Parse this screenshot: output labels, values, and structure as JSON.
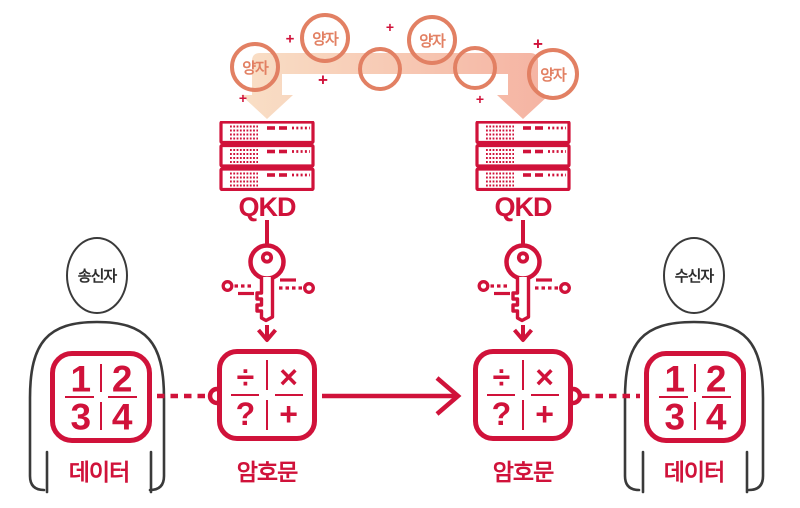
{
  "colors": {
    "crimson": "#d0123a",
    "salmon": "#e28063",
    "band_start": "#f9dfc6",
    "band_end": "#f5b3a2",
    "dark": "#3a3a3a"
  },
  "quantum": {
    "label": "양자",
    "plus": "+"
  },
  "qkd": {
    "label": "QKD"
  },
  "cipher": {
    "label": "암호문",
    "symbols": [
      "÷",
      "×",
      "?",
      "+"
    ]
  },
  "sender": {
    "role": "송신자",
    "data_label": "데이터",
    "cells": [
      "1",
      "2",
      "3",
      "4"
    ]
  },
  "receiver": {
    "role": "수신자",
    "data_label": "데이터",
    "cells": [
      "1",
      "2",
      "3",
      "4"
    ]
  }
}
